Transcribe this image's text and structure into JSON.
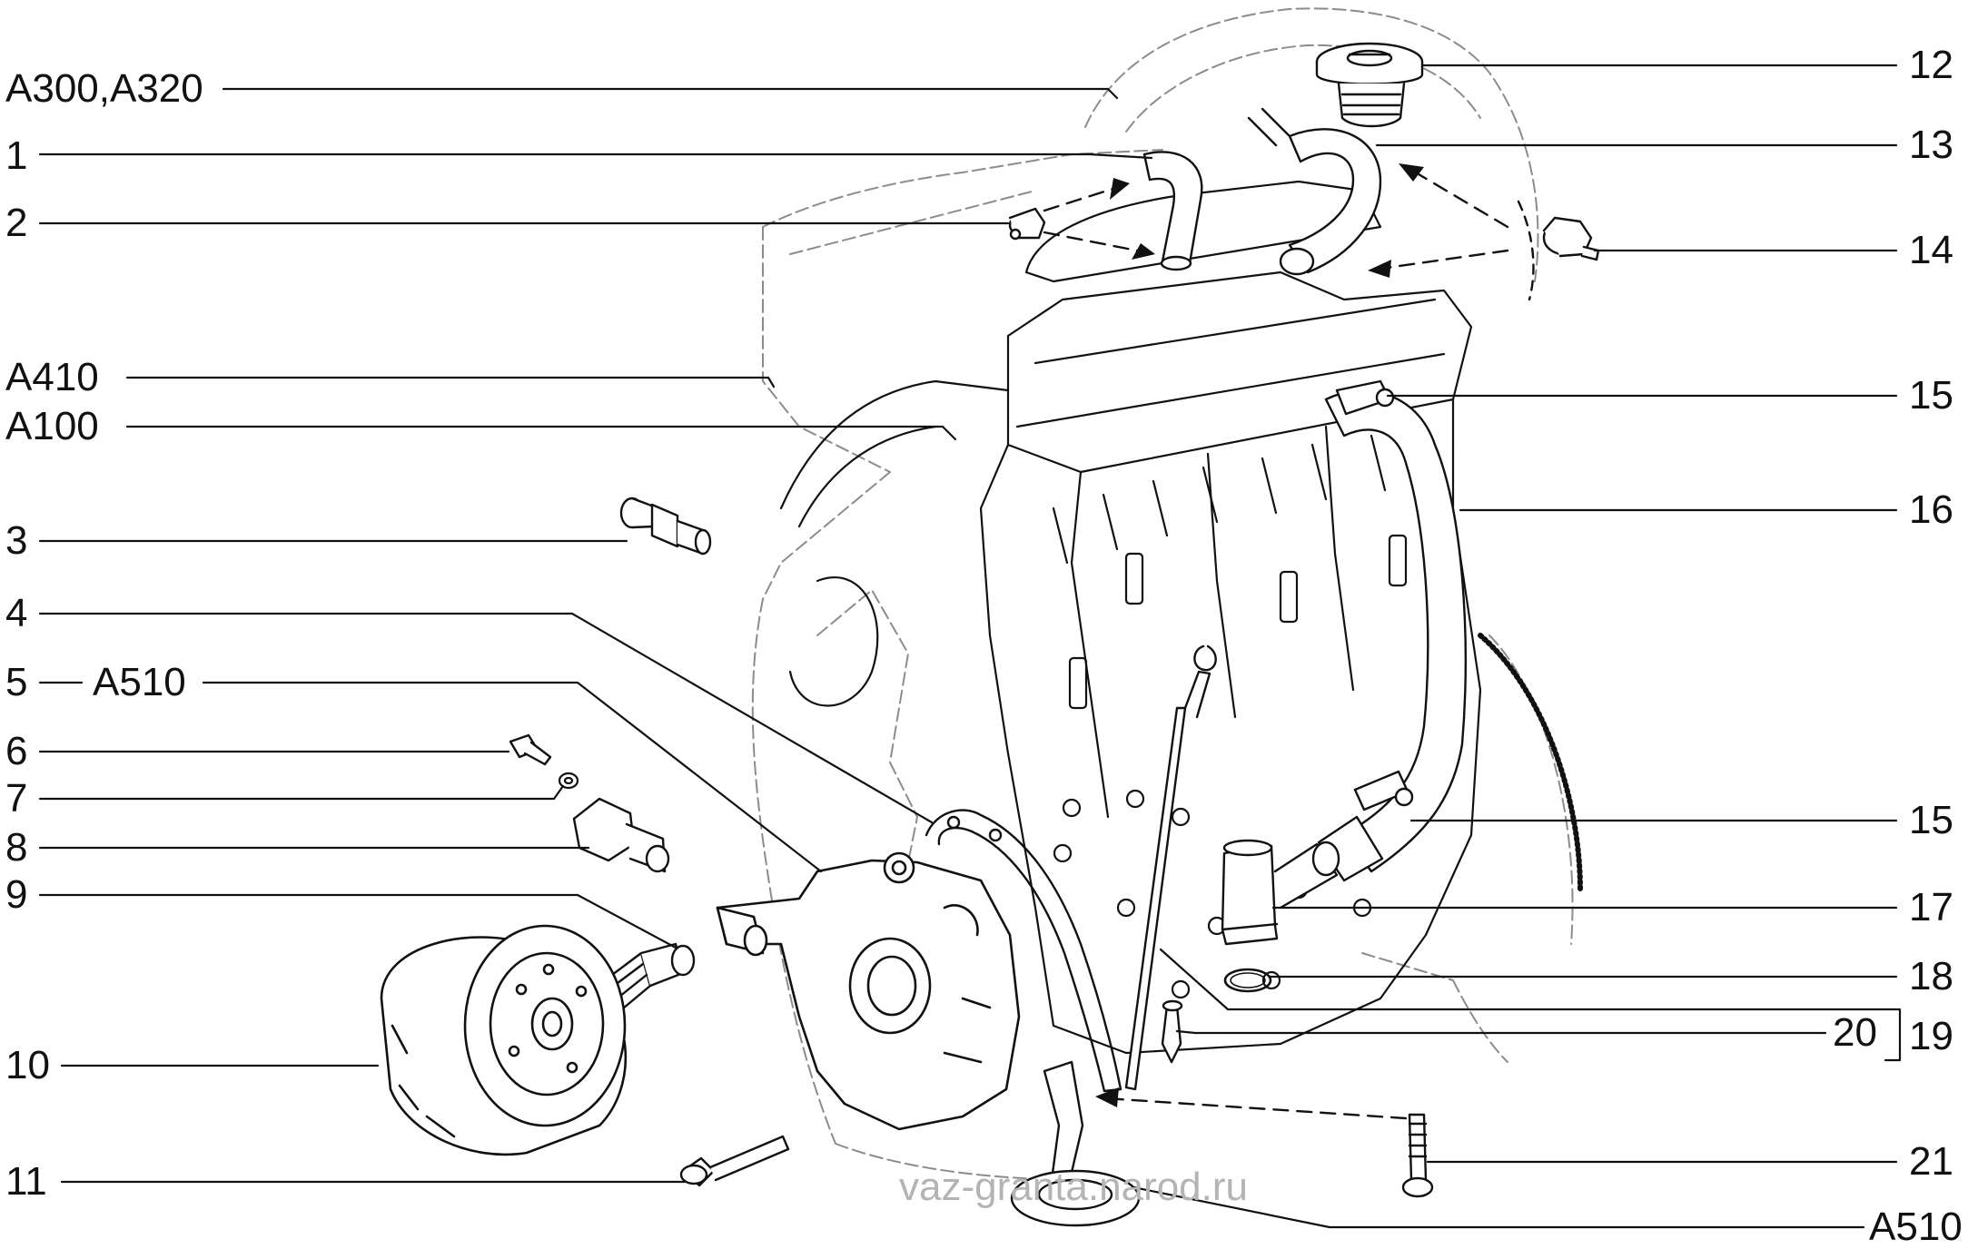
{
  "colors": {
    "line": "#111111",
    "ghost": "#9a9a9a",
    "watermark": "#b4b4b4",
    "background": "#ffffff"
  },
  "left_labels": {
    "a300_a320": "A300,A320",
    "n1": "1",
    "n2": "2",
    "a410": "A410",
    "a100": "A100",
    "n3": "3",
    "n4": "4",
    "n5": "5",
    "a510_left": "A510",
    "n6": "6",
    "n7": "7",
    "n8": "8",
    "n9": "9",
    "n10": "10",
    "n11": "11"
  },
  "right_labels": {
    "n12": "12",
    "n13": "13",
    "n14": "14",
    "n15_top": "15",
    "n16": "16",
    "n15_bottom": "15",
    "n17": "17",
    "n18": "18",
    "n19": "19",
    "n20": "20",
    "n21": "21",
    "a510_right": "A510"
  },
  "watermark": "vaz-granta.narod.ru",
  "parts": [
    "engine-block",
    "oil-filler-cap",
    "breather-hose-small",
    "hose-clamp-small",
    "breather-hose-upper",
    "hose-clamp-spring",
    "breather-hose-main",
    "oil-pressure-sensor",
    "oil-pump",
    "gasket",
    "bolt",
    "washer",
    "crankshaft-sensor",
    "filter-union",
    "oil-filter",
    "flange-bolt",
    "oil-separator",
    "o-ring",
    "dipstick",
    "dipstick-guide",
    "oil-pickup",
    "mounting-bolt"
  ]
}
